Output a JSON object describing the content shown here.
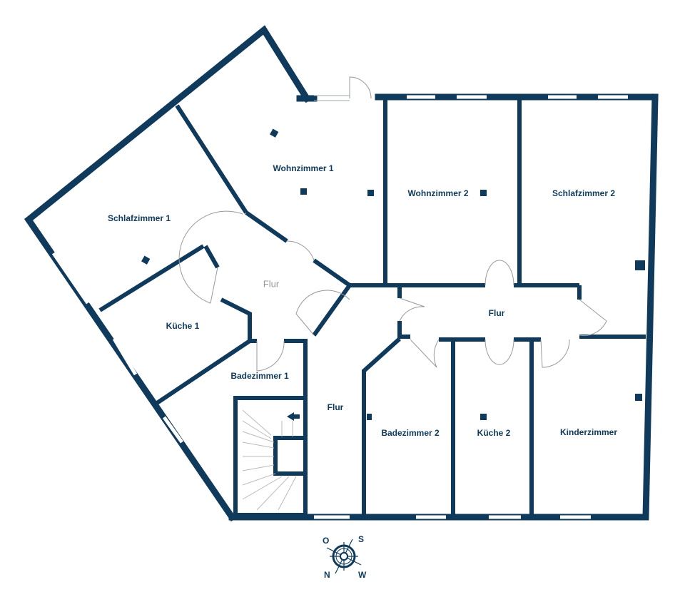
{
  "rooms": {
    "wohnzimmer1": "Wohnzimmer 1",
    "wohnzimmer2": "Wohnzimmer 2",
    "schlafzimmer1": "Schlafzimmer 1",
    "schlafzimmer2": "Schlafzimmer 2",
    "flur_left": "Flur",
    "flur_right": "Flur",
    "flur_center": "Flur",
    "kueche1": "Küche 1",
    "kueche2": "Küche 2",
    "badezimmer1": "Badezimmer 1",
    "badezimmer2": "Badezimmer 2",
    "kinderzimmer": "Kinderzimmer"
  },
  "compass": {
    "n": "N",
    "o": "O",
    "s": "S",
    "w": "W"
  },
  "colors": {
    "wall": "#0f3a5c"
  }
}
